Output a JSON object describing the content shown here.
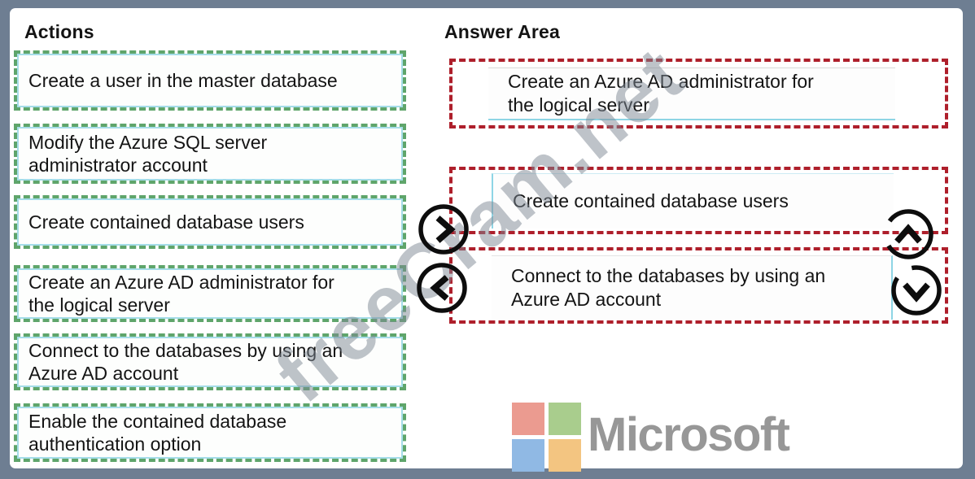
{
  "actions": {
    "title": "Actions",
    "items": [
      "Create a user in the master database",
      "Modify the Azure SQL server\nadministrator account",
      "Create contained database users",
      "Create an Azure AD administrator for\nthe logical server",
      "Connect to the databases by using an\nAzure AD account",
      "Enable the contained database\nauthentication option"
    ]
  },
  "answer_area": {
    "title": "Answer Area",
    "slots": [
      {
        "text": "Create an Azure AD administrator for\nthe logical server"
      },
      {
        "text": "Create contained database users"
      },
      {
        "text": "Connect to the databases by using an\nAzure AD account"
      }
    ]
  },
  "controls": {
    "move_right_icon": "chevron-right-circle",
    "move_left_icon": "chevron-left-circle",
    "move_up_icon": "chevron-up-circle",
    "move_down_icon": "chevron-down-circle"
  },
  "watermark": {
    "text": "freeCram.net"
  },
  "branding": {
    "wordmark": "Microsoft",
    "square_colors": {
      "top_left": "#eb9b90",
      "top_right": "#a9cd8d",
      "bottom_left": "#90b9e4",
      "bottom_right": "#f3c581"
    },
    "wordmark_color": "#979797"
  },
  "colors": {
    "frame": "#6e7e92",
    "action_border_green": "#5fa56b",
    "action_border_cyan": "#a5dde9",
    "slot_border_red": "#ae1f2b",
    "card_accent_cyan": "#8ed5e5",
    "text": "#141414"
  }
}
